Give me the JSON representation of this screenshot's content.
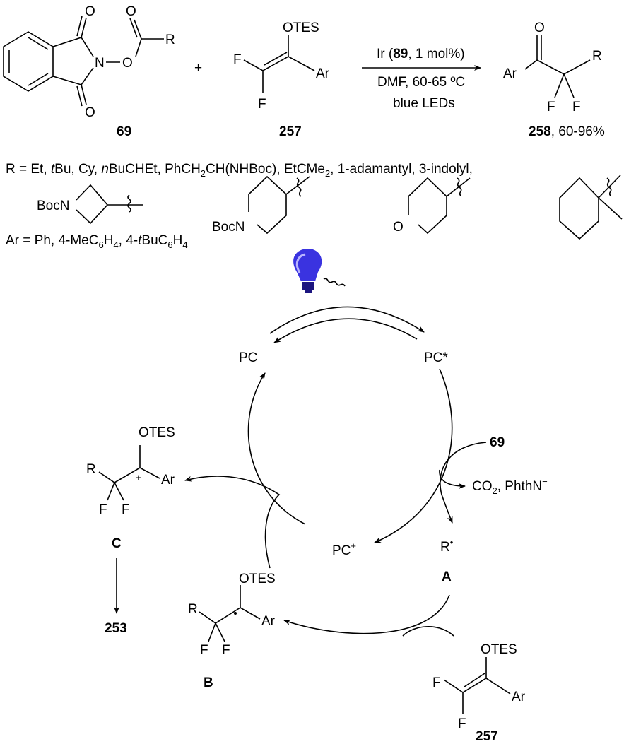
{
  "reaction": {
    "reagent1_label": "69",
    "reagent2_label": "257",
    "plus": "+",
    "conditions": {
      "catalyst_prefix": "Ir (",
      "catalyst_id": "89",
      "catalyst_suffix": ", 1 mol%)",
      "solvent_temp": "DMF, 60-65 ºC",
      "light": "blue LEDs"
    },
    "product_label": "258",
    "product_yield": ", 60-96%",
    "atoms": {
      "O": "O",
      "N": "N",
      "R": "R",
      "F": "F",
      "Ar": "Ar",
      "OTES": "OTES"
    }
  },
  "scope": {
    "r_line": [
      "R = Et, ",
      "t",
      "Bu, Cy, ",
      "n",
      "BuCHEt, PhCH",
      "2",
      "CH(NHBoc), EtCMe",
      "2",
      ", 1-adamantyl, 3-indolyl,"
    ],
    "boc_n": "BocN",
    "ring_o": "O",
    "ar_line": [
      "Ar = Ph, 4-MeC",
      "6",
      "H",
      "4",
      ", 4-",
      "t",
      "BuC",
      "6",
      "H",
      "4"
    ]
  },
  "cycle": {
    "pc": "PC",
    "pc_star": "PC*",
    "pc_plus": "PC",
    "plus_sup": "+",
    "reagent_69": "69",
    "byproducts": "CO",
    "co2_sub": "2",
    "byproducts2": ", PhthN",
    "minus_sup": "−",
    "radical_r": "R",
    "radical_dot": "•",
    "label_a": "A",
    "label_b": "B",
    "label_c": "C",
    "product_253": "253",
    "reagent_257": "257",
    "cation_plus": "+",
    "bulb_color": "#3a33e0"
  }
}
